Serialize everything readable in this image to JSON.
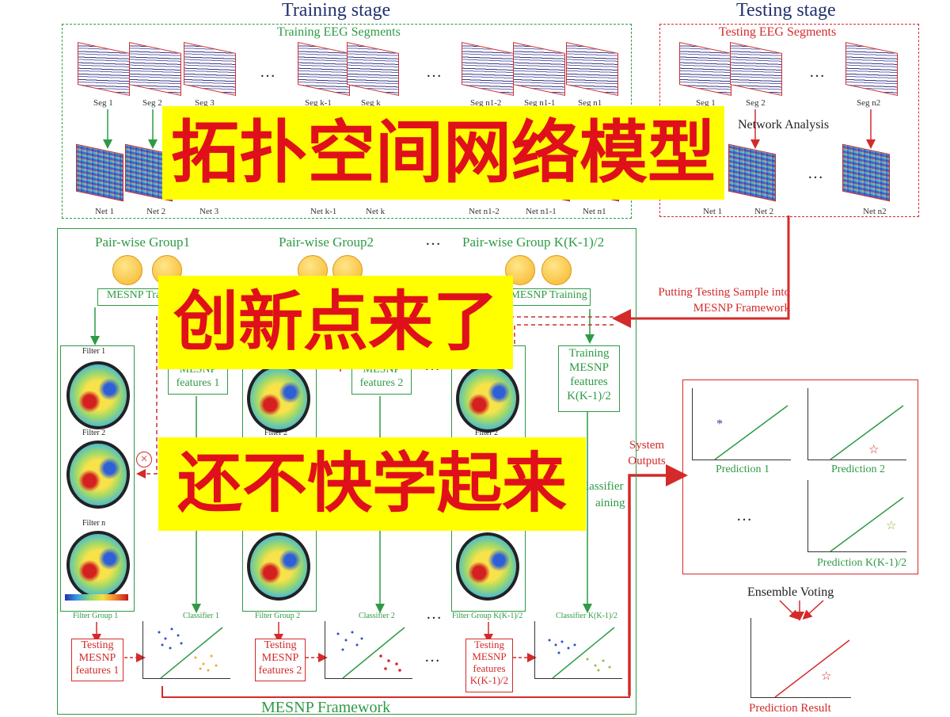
{
  "training": {
    "stage_title": "Training stage",
    "segments_title": "Training EEG Segments",
    "seg_labels": [
      "Seg 1",
      "Seg 2",
      "Seg 3",
      "Seg k-1",
      "Seg k",
      "Seg n1-2",
      "Seg n1-1",
      "Seg n1"
    ],
    "net_labels": [
      "Net 1",
      "Net 2",
      "Net 3",
      "Net k-1",
      "Net k",
      "Net n1-2",
      "Net n1-1",
      "Net n1"
    ]
  },
  "testing": {
    "stage_title": "Testing stage",
    "segments_title": "Testing EEG Segments",
    "seg_labels": [
      "Seg 1",
      "Seg 2",
      "Seg n2"
    ],
    "net_labels": [
      "Net 1",
      "Net 2",
      "Net n2"
    ],
    "network_analysis": "Network Analysis",
    "putting_sample": "Putting Testing Sample into MESNP Framework"
  },
  "groups": {
    "labels": [
      "Pair-wise Group1",
      "Pair-wise Group2",
      "Pair-wise Group K(K-1)/2"
    ],
    "mesnp_training": [
      "MESNP Tra",
      "MESNP Training"
    ],
    "training_features": [
      "MESNP features 1",
      "MESNP features 2",
      "Training MESNP features K(K-1)/2"
    ],
    "classifier_training": [
      "lassifier",
      "aining"
    ]
  },
  "filters": {
    "labels": [
      "Filter 1",
      "Filter 2",
      "Filter n",
      "Filter 2",
      "Filter 2"
    ],
    "group_labels": [
      "Filter Group 1",
      "Filter Group 2",
      "Filter Group K(K-1)/2"
    ],
    "classifier_labels": [
      "Classifier 1",
      "Classifier 2",
      "Classifier K(K-1)/2"
    ],
    "testing_features": [
      "Testing MESNP features 1",
      "Testing MESNP features 2",
      "Testing MESNP features K(K-1)/2"
    ]
  },
  "outputs": {
    "system_outputs": "System Outputs",
    "predictions": [
      "Prediction 1",
      "Prediction 2",
      "Prediction K(K-1)/2"
    ],
    "ensemble_voting": "Ensemble Voting",
    "prediction_result": "Prediction Result"
  },
  "framework_label": "MESNP Framework",
  "ellipsis": "…",
  "banners": {
    "line1": "拓扑空间网络模型",
    "line2": "创新点来了",
    "line3": "还不快学起来"
  },
  "colors": {
    "green": "#2e9a45",
    "red": "#d42a2a",
    "navy": "#23306e",
    "banner_bg": "#ffff00",
    "banner_text": "#e0101a"
  }
}
